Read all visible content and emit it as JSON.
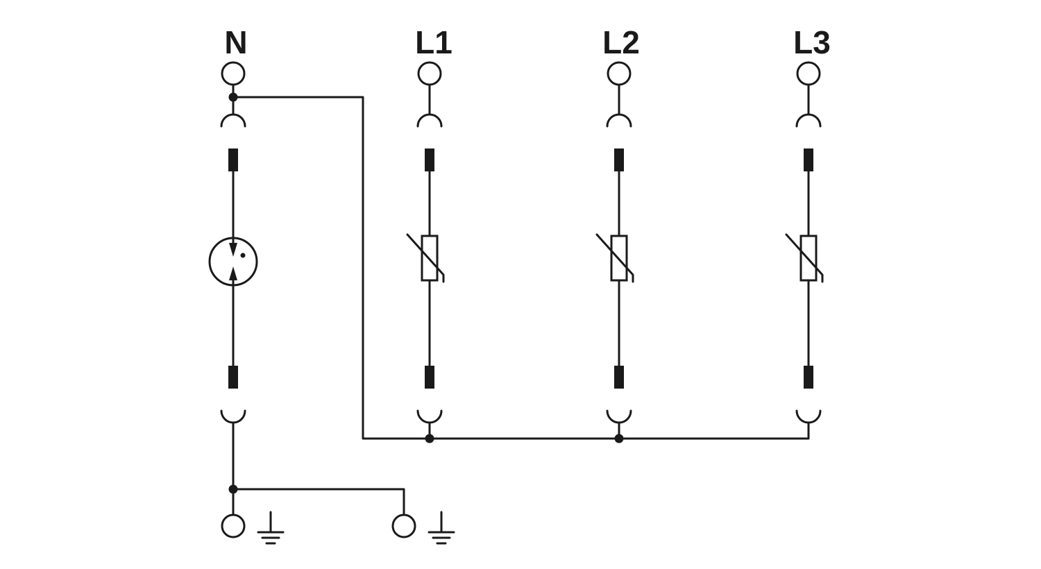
{
  "terminals": {
    "n": "N",
    "l1": "L1",
    "l2": "L2",
    "l3": "L3"
  },
  "components": {
    "n_path": "gas-discharge-tube",
    "l_paths": "varistor"
  },
  "earth_terminals": [
    "earth-icon",
    "earth-icon"
  ],
  "colors": {
    "line": "#1a1a1a",
    "background": "#ffffff"
  }
}
